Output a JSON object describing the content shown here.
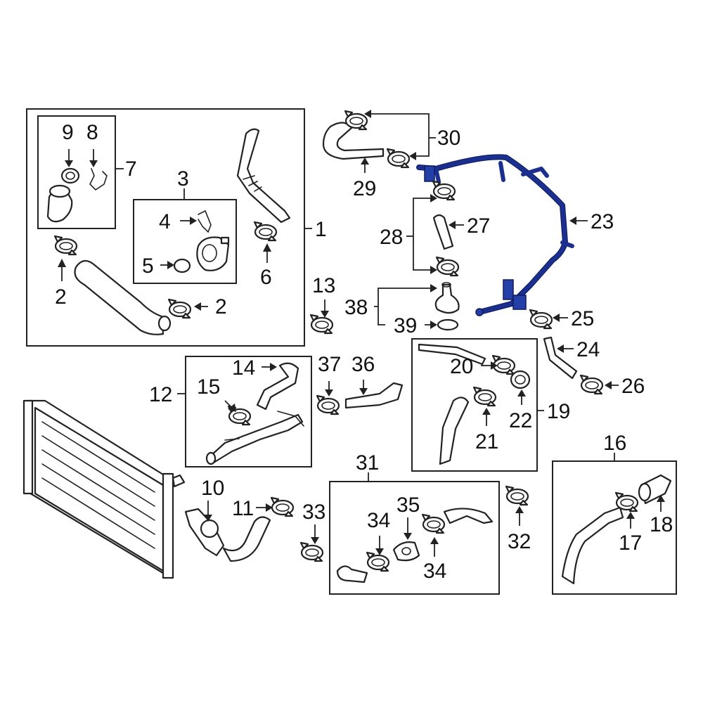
{
  "callouts": {
    "c1": "1",
    "c2a": "2",
    "c2b": "2",
    "c3": "3",
    "c4": "4",
    "c5": "5",
    "c6": "6",
    "c7": "7",
    "c8": "8",
    "c9": "9",
    "c10": "10",
    "c11": "11",
    "c12": "12",
    "c13": "13",
    "c14": "14",
    "c15": "15",
    "c16": "16",
    "c17": "17",
    "c18": "18",
    "c19": "19",
    "c20": "20",
    "c21": "21",
    "c22": "22",
    "c23": "23",
    "c24": "24",
    "c25": "25",
    "c26": "26",
    "c27": "27",
    "c28": "28",
    "c29": "29",
    "c30": "30",
    "c31": "31",
    "c32": "32",
    "c33": "33",
    "c34a": "34",
    "c34b": "34",
    "c35": "35",
    "c36": "36",
    "c37": "37",
    "c38": "38",
    "c39": "39"
  },
  "colors": {
    "highlight": "#2440a8",
    "line": "#222222",
    "background": "#ffffff"
  }
}
